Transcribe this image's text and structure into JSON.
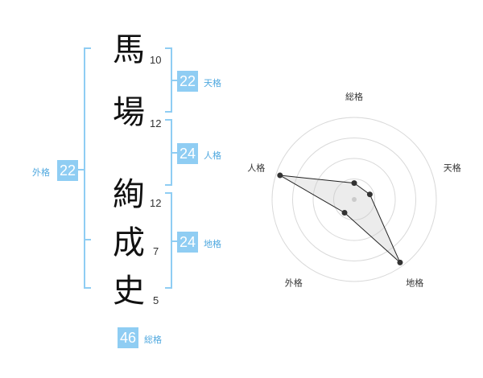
{
  "name_chars": [
    {
      "char": "馬",
      "strokes": "10"
    },
    {
      "char": "場",
      "strokes": "12"
    },
    {
      "char": "絢",
      "strokes": "12"
    },
    {
      "char": "成",
      "strokes": "7"
    },
    {
      "char": "史",
      "strokes": "5"
    }
  ],
  "fortunes": {
    "tenkaku": {
      "value": "22",
      "label": "天格"
    },
    "jinkaku": {
      "value": "24",
      "label": "人格"
    },
    "chikaku": {
      "value": "24",
      "label": "地格"
    },
    "gaikaku": {
      "value": "22",
      "label": "外格"
    },
    "soukaku": {
      "value": "46",
      "label": "総格"
    }
  },
  "colors": {
    "accent": "#8fcdf3",
    "accent_text": "#4fa8df",
    "bracket": "#8fcdf3"
  },
  "chart_data": {
    "type": "radar",
    "axes": [
      "総格",
      "天格",
      "地格",
      "外格",
      "人格"
    ],
    "values": [
      0.2,
      0.2,
      0.95,
      0.2,
      0.95
    ],
    "max": 1,
    "rings": 4
  }
}
